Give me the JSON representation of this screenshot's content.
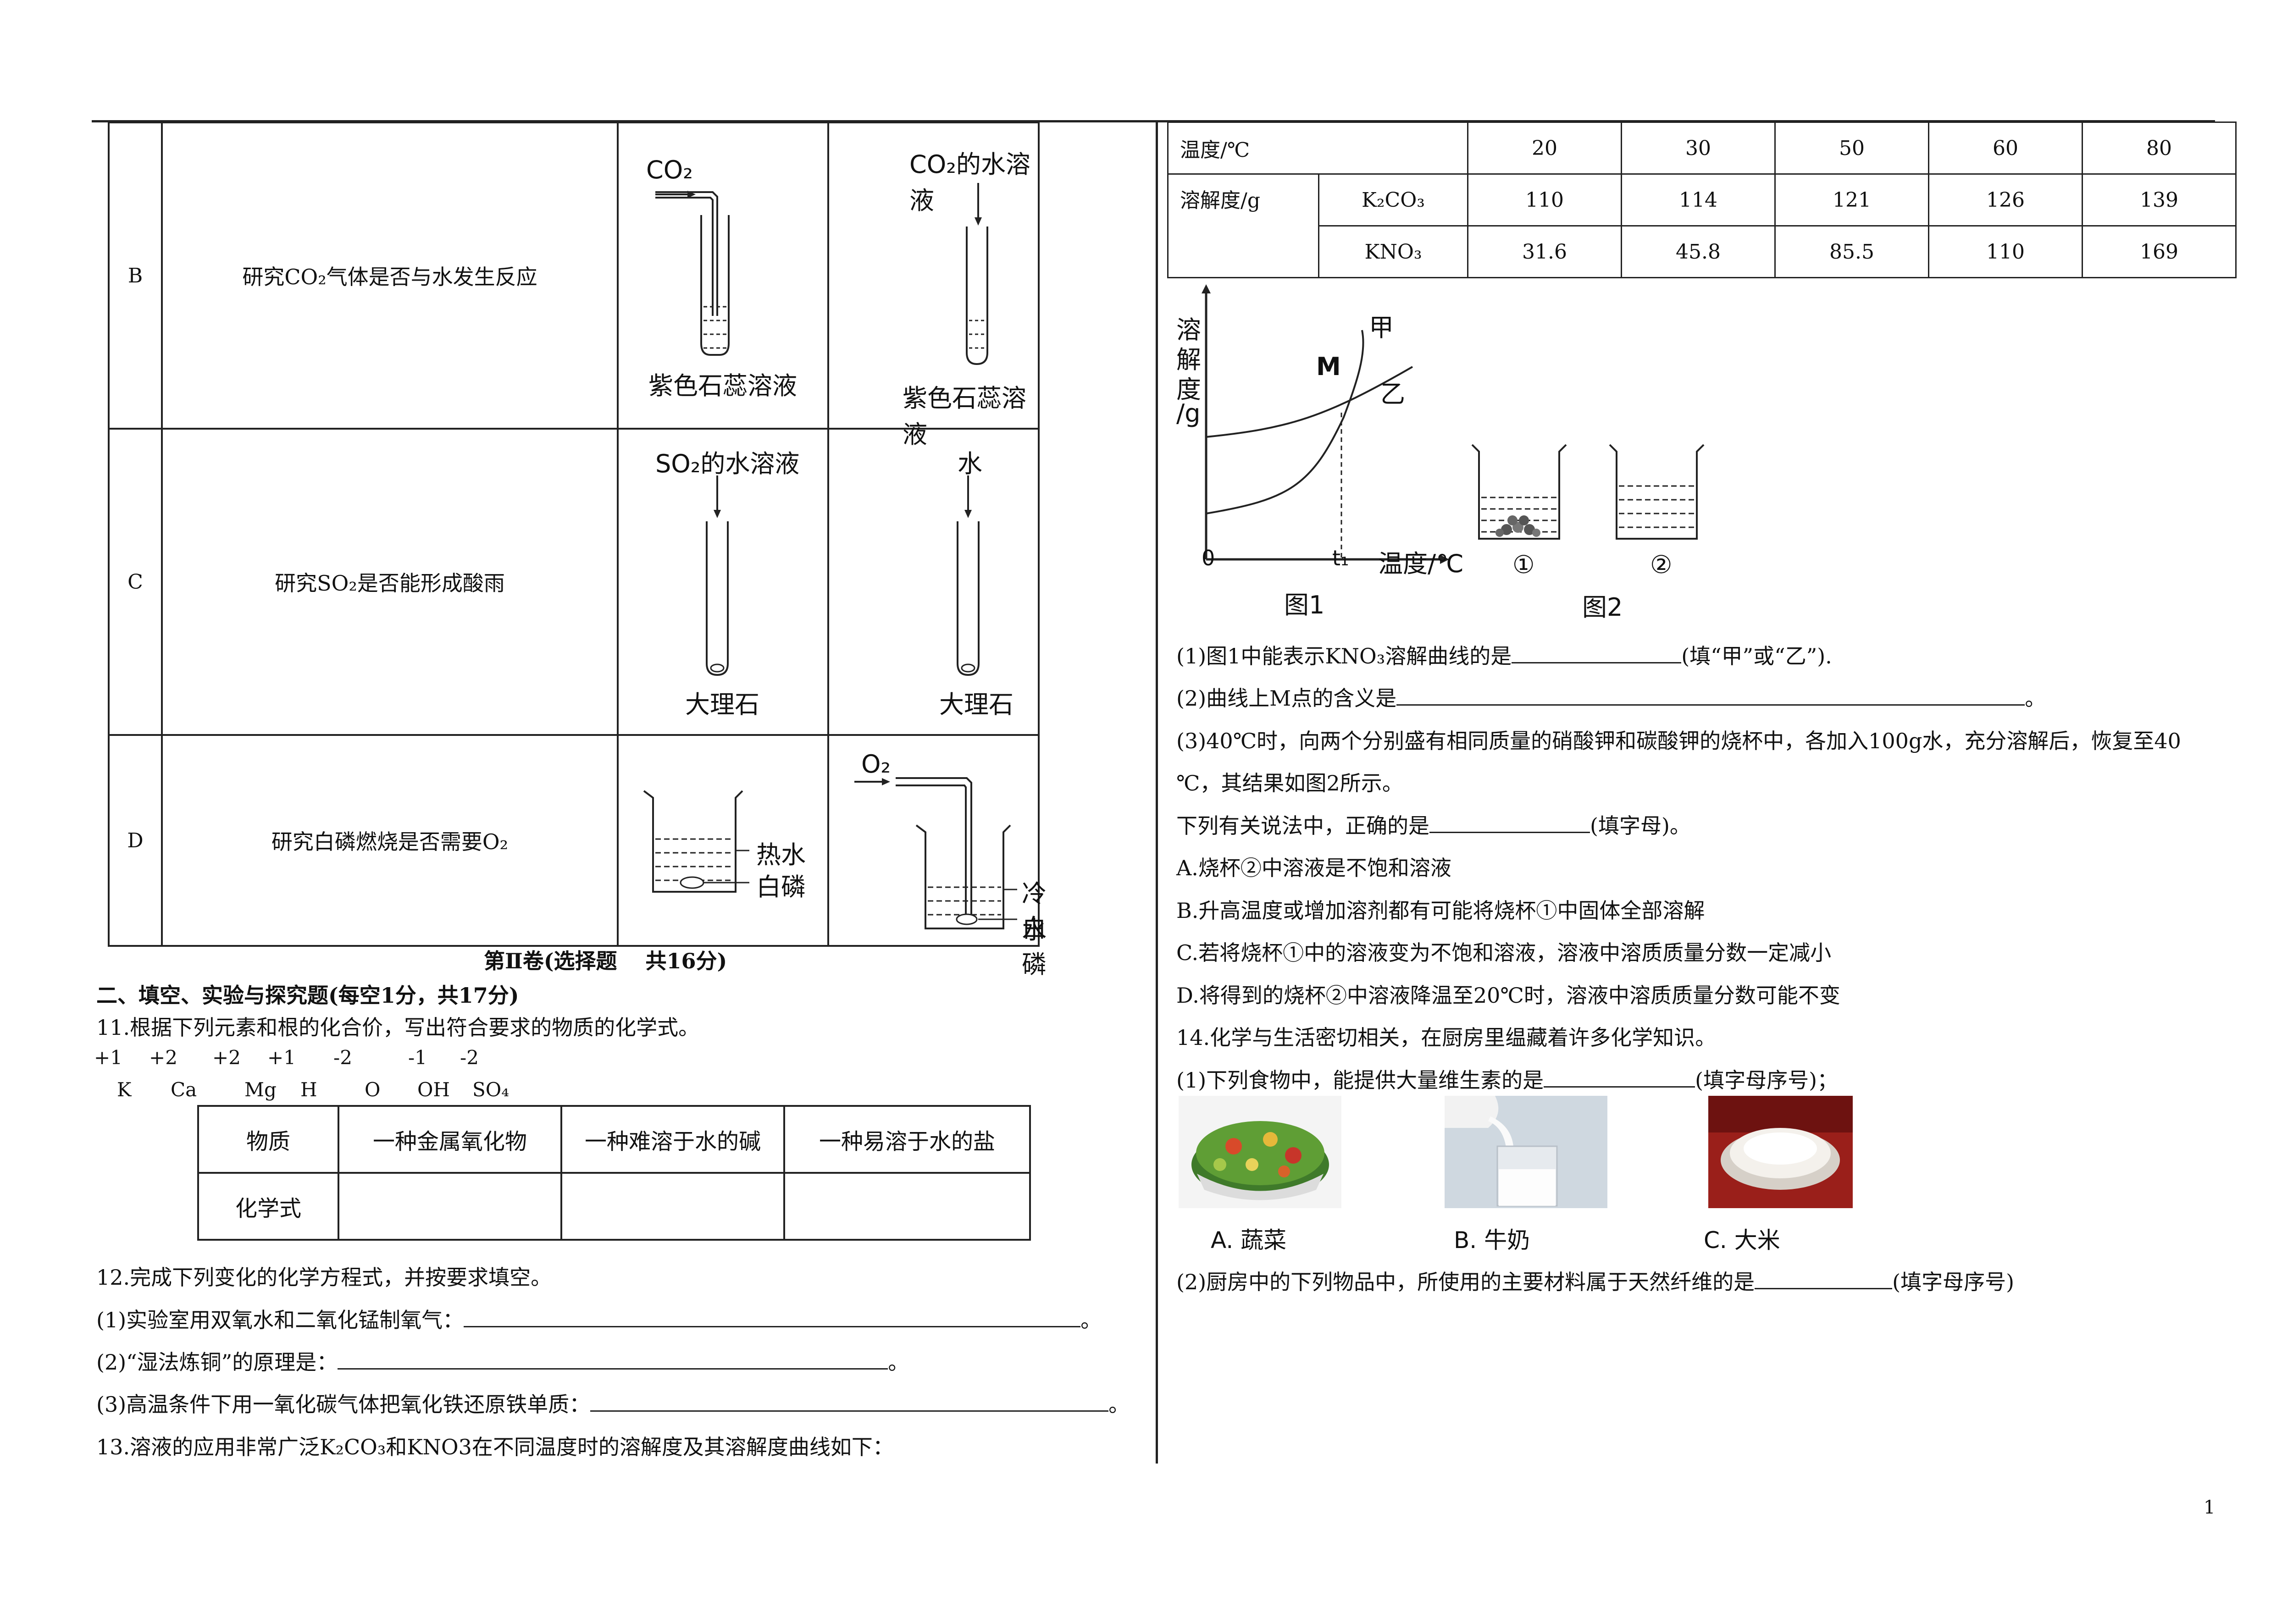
{
  "table_b": {
    "label": "B",
    "purpose": "研究CO₂气体是否与水发生反应",
    "left_fig_gas": "CO₂",
    "left_fig_caption": "紫色石蕊溶液",
    "right_fig_top": "CO₂的水溶液",
    "right_fig_caption": "紫色石蕊溶液"
  },
  "table_c": {
    "label": "C",
    "purpose": "研究SO₂是否能形成酸雨",
    "left_fig_top": "SO₂的水溶液",
    "left_fig_caption": "大理石",
    "right_fig_top": "水",
    "right_fig_caption": "大理石"
  },
  "table_d": {
    "label": "D",
    "purpose": "研究白磷燃烧是否需要O₂",
    "left_fig_hot": "热水",
    "left_fig_p": "白磷",
    "right_fig_gas": "O₂",
    "right_fig_cold": "冷水",
    "right_fig_p": "白磷"
  },
  "section_title": "第Ⅱ卷(选择题　 共16分)",
  "part2_heading": "二、填空、实验与探究题(每空1分，共17分)",
  "q11": {
    "text": "11.根据下列元素和根的化合价，写出符合要求的物质的化学式。",
    "valences": [
      "+1",
      "+2",
      "+2",
      "+1",
      "-2",
      "-1",
      "-2"
    ],
    "symbols": [
      "K",
      "Ca",
      "Mg",
      "H",
      "O",
      "OH",
      "SO₄"
    ],
    "table_headers": [
      "物质",
      "一种金属氧化物",
      "一种难溶于水的碱",
      "一种易溶于水的盐"
    ],
    "row_label": "化学式"
  },
  "q12": {
    "text": "12.完成下列变化的化学方程式，并按要求填空。",
    "items": [
      "(1)实验室用双氧水和二氧化锰制氧气：",
      "(2)“湿法炼铜”的原理是：",
      "(3)高温条件下用一氧化碳气体把氧化铁还原铁单质："
    ],
    "end": "。"
  },
  "q13": {
    "text": "13.溶液的应用非常广泛K₂CO₃和KNO3在不同温度时的溶解度及其溶解度曲线如下：",
    "table": {
      "temp_label": "温度/℃",
      "sol_label": "溶解度/g",
      "temps": [
        "20",
        "30",
        "50",
        "60",
        "80"
      ],
      "k2co3_label": "K₂CO₃",
      "k2co3": [
        "110",
        "114",
        "121",
        "126",
        "139"
      ],
      "kno3_label": "KNO₃",
      "kno3": [
        "31.6",
        "45.8",
        "85.5",
        "110",
        "169"
      ]
    },
    "graph": {
      "ylabel_chars": [
        "溶",
        "解",
        "度",
        "/g"
      ],
      "xlabel": "温度/℃",
      "origin": "0",
      "t1": "t₁",
      "curve_a": "甲",
      "curve_b": "乙",
      "point": "M",
      "fig1": "图1",
      "fig2": "图2",
      "beaker1": "①",
      "beaker2": "②"
    },
    "q1": "(1)图1中能表示KNO₃溶解曲线的是",
    "q1_tail": "(填“甲”或“乙”).",
    "q2": "(2)曲线上M点的含义是",
    "q2_tail": "。",
    "q3_line1": "(3)40℃时，向两个分别盛有相同质量的硝酸钾和碳酸钾的烧杯中，各加入100g水，充分溶解后，恢复至40",
    "q3_line2": "℃，其结果如图2所示。",
    "q3_ask": "下列有关说法中，正确的是",
    "q3_ask_tail": "(填字母)。",
    "options": [
      "A.烧杯②中溶液是不饱和溶液",
      "B.升高温度或增加溶剂都有可能将烧杯①中固体全部溶解",
      "C.若将烧杯①中的溶液变为不饱和溶液，溶液中溶质质量分数一定减小",
      "D.将得到的烧杯②中溶液降温至20℃时，溶液中溶质质量分数可能不变"
    ]
  },
  "q14": {
    "text": "14.化学与生活密切相关，在厨房里缊藏着许多化学知识。",
    "q1": "(1)下列食物中，能提供大量维生素的是",
    "q1_tail": "(填字母序号)；",
    "foods": [
      "A. 蔬菜",
      "B. 牛奶",
      "C. 大米"
    ],
    "q2": "(2)厨房中的下列物品中，所使用的主要材料属于天然纤维的是",
    "q2_tail": "(填字母序号)"
  },
  "page_number": "1"
}
